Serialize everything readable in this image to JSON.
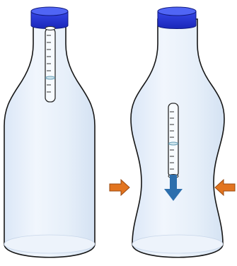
{
  "colors": {
    "background": "#ffffff",
    "cap_fill": "#1f2fd6",
    "cap_top": "#4f63f4",
    "bottle_fill": "#e7f0fb",
    "bottle_outline": "#161616",
    "tube_fill": "#f7fbff",
    "tube_outline": "#2a2a2a",
    "tick": "#333333",
    "liquid_line": "#6a9fb6",
    "squeeze_arrow": "#e2741f",
    "squeeze_arrow_outline": "#9a4a12",
    "down_arrow": "#2d6fad"
  },
  "bottles": [
    {
      "state": "unsqueezed",
      "tube_ticks": 9
    },
    {
      "state": "squeezed",
      "tube_ticks": 10,
      "squeeze_arrows": [
        "right-pointing",
        "left-pointing"
      ],
      "movement_arrow": "down"
    }
  ]
}
